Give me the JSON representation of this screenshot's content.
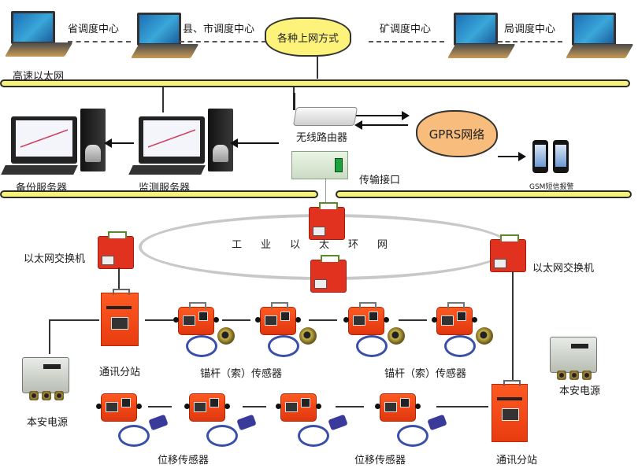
{
  "top_row": {
    "dispatch_centers": [
      {
        "label": "省调度中心"
      },
      {
        "label": "县、市调度中心"
      },
      {
        "label": "矿调度中心"
      },
      {
        "label": "局调度中心"
      }
    ],
    "internet_cloud": "各种上网方式",
    "backbone_label": "高速以太网"
  },
  "servers": {
    "backup": "备份服务器",
    "monitoring": "监测服务器"
  },
  "wireless": {
    "router": "无线路由器",
    "gprs_cloud": "GPRS网络",
    "transfer_interface": "传输接口",
    "gsm_alarm": "GSM短信报警"
  },
  "ring": {
    "label": "工业以太环网",
    "switch_left": "以太网交换机",
    "switch_right": "以太网交换机"
  },
  "field": {
    "station_left": "通讯分站",
    "station_right": "通讯分站",
    "anchor_sensor_a": "锚杆（索）传感器",
    "anchor_sensor_b": "锚杆（索）传感器",
    "displacement_a": "位移传感器",
    "displacement_b": "位移传感器",
    "power_left": "本安电源",
    "power_right": "本安电源"
  },
  "colors": {
    "bus_fill": "#f7f27a",
    "internet_cloud": "#fdf27a",
    "gprs_cloud": "#f8bd7c",
    "device_red": "#e83c10"
  }
}
